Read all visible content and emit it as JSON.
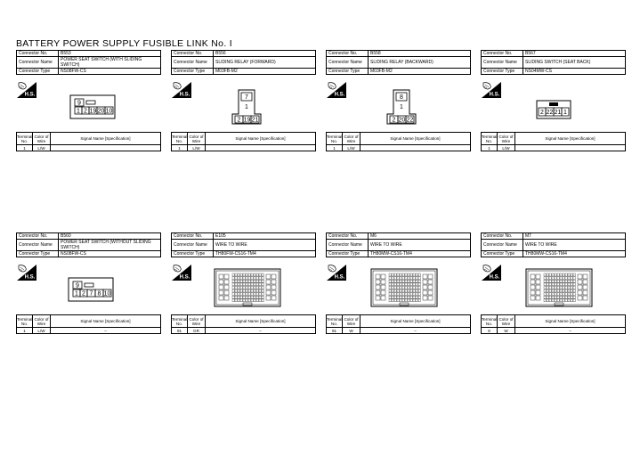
{
  "page": {
    "title": "BATTERY POWER SUPPLY FUSIBLE LINK No. I"
  },
  "labels": {
    "connector_no": "Connector No.",
    "connector_name": "Connector Name",
    "connector_type": "Connector Type",
    "hs": "H.S.",
    "terminal_no": "Terminal No.",
    "color_of_wire": "Color of Wire",
    "signal_name": "Signal Name [Specification]"
  },
  "connectors": [
    {
      "no": "B553",
      "name": "POWER SEAT SWITCH (WITH SLIDING SWITCH)",
      "type": "NS08FW-CS",
      "pins": [
        "9",
        "1",
        "2",
        "19",
        "20",
        "10"
      ],
      "terminals": [
        {
          "no": "1",
          "color": "L/W",
          "signal": ""
        }
      ]
    },
    {
      "no": "B556",
      "name": "SLIDING RELAY (FORWARD)",
      "type": "M03FB-M2",
      "pins": [
        "7",
        "1",
        "2",
        "19",
        "21"
      ],
      "terminals": [
        {
          "no": "1",
          "color": "L/W",
          "signal": ""
        }
      ]
    },
    {
      "no": "B558",
      "name": "SLIDING RELAY (BACKWARD)",
      "type": "M03FB-M2",
      "pins": [
        "8",
        "1",
        "2",
        "20",
        "22"
      ],
      "terminals": [
        {
          "no": "1",
          "color": "L/W",
          "signal": ""
        }
      ]
    },
    {
      "no": "B567",
      "name": "SLIDING SWITCH (SEAT BACK)",
      "type": "NS04MW-CS",
      "pins": [
        "2",
        "22",
        "21",
        "1"
      ],
      "terminals": [
        {
          "no": "1",
          "color": "L/W",
          "signal": ""
        }
      ]
    },
    {
      "no": "B560",
      "name": "POWER SEAT SWITCH (WITHOUT SLIDING SWITCH)",
      "type": "NS08FW-CS",
      "pins": [
        "9",
        "1",
        "2",
        "7",
        "8",
        "10"
      ],
      "terminals": [
        {
          "no": "1",
          "color": "L/W",
          "signal": "–"
        }
      ]
    },
    {
      "no": "E105",
      "name": "WIRE TO WIRE",
      "type": "TH80FW-CS16-TM4",
      "terminals": [
        {
          "no": "91",
          "color": "GR",
          "signal": "–"
        }
      ]
    },
    {
      "no": "M6",
      "name": "WIRE TO WIRE",
      "type": "TH80MW-CS16-TM4",
      "terminals": [
        {
          "no": "91",
          "color": "W",
          "signal": "–"
        }
      ]
    },
    {
      "no": "M7",
      "name": "WIRE TO WIRE",
      "type": "TH80MW-CS16-TM4",
      "terminals": [
        {
          "no": "8",
          "color": "W",
          "signal": "–"
        }
      ]
    }
  ]
}
